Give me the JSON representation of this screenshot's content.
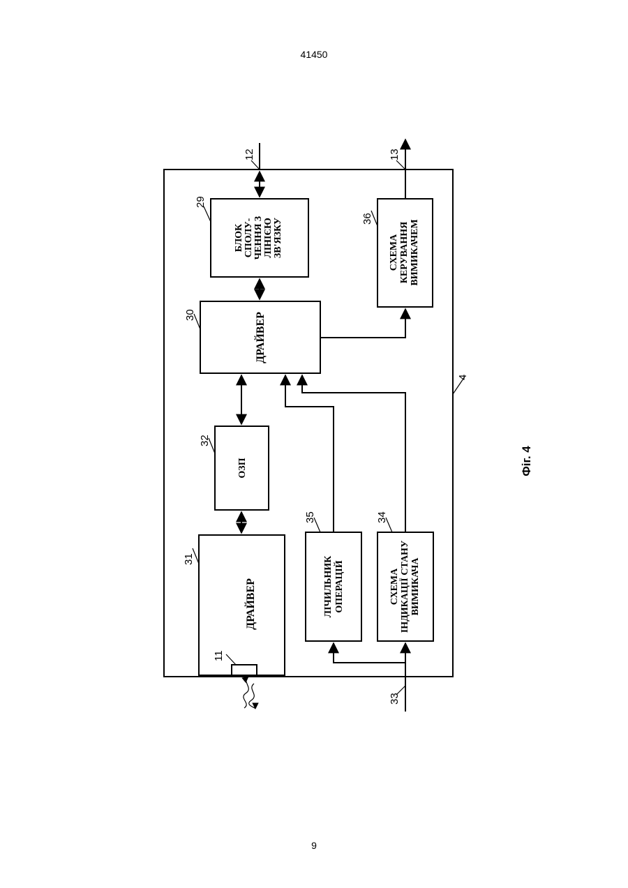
{
  "page": {
    "top_number": "41450",
    "bottom_number": "9"
  },
  "figure": {
    "caption": "Фіг. 4",
    "outer_ref": "4",
    "lines": {
      "line_12": "12",
      "line_13": "13",
      "line_33": "33",
      "connector_11": "11"
    },
    "blocks": {
      "b29": {
        "ref": "29",
        "lines": [
          "БЛОК",
          "СПОЛУ-",
          "ЧЕННЯ З",
          "ЛІНІЄЮ",
          "ЗВ'ЯЗКУ"
        ]
      },
      "b30": {
        "ref": "30",
        "lines": [
          "ДРАЙВЕР"
        ]
      },
      "b31": {
        "ref": "31",
        "lines": [
          "ДРАЙВЕР"
        ]
      },
      "b32": {
        "ref": "32",
        "lines": [
          "ОЗП"
        ]
      },
      "b34": {
        "ref": "34",
        "lines": [
          "СХЕМА",
          "ІНДИКАЦІЇ СТАНУ",
          "ВИМИКАЧА"
        ]
      },
      "b35": {
        "ref": "35",
        "lines": [
          "ЛІЧИЛЬНИК",
          "ОПЕРАЦІЙ"
        ]
      },
      "b36": {
        "ref": "36",
        "lines": [
          "СХЕМА",
          "КЕРУВАННЯ",
          "ВИМИКАЧЕМ"
        ]
      }
    }
  }
}
